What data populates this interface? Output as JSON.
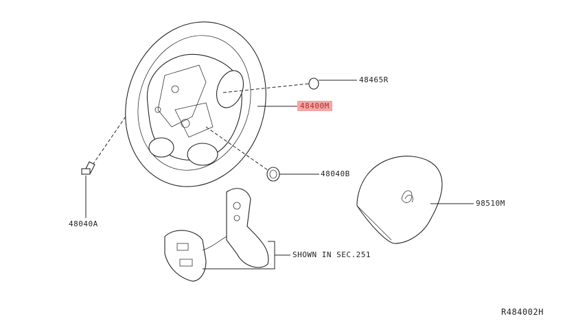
{
  "diagram": {
    "title": "Steering wheel parts diagram",
    "parts": [
      {
        "id": "48465R",
        "label": "48465R"
      },
      {
        "id": "48400M",
        "label": "48400M",
        "highlighted": true,
        "highlight_color": "#f4a6a6"
      },
      {
        "id": "48040B",
        "label": "48040B"
      },
      {
        "id": "98510M",
        "label": "98510M"
      },
      {
        "id": "48040A",
        "label": "48040A"
      },
      {
        "id": "switch",
        "label": "SHOWN IN SEC.251"
      }
    ],
    "reference_code": "R484002H"
  }
}
